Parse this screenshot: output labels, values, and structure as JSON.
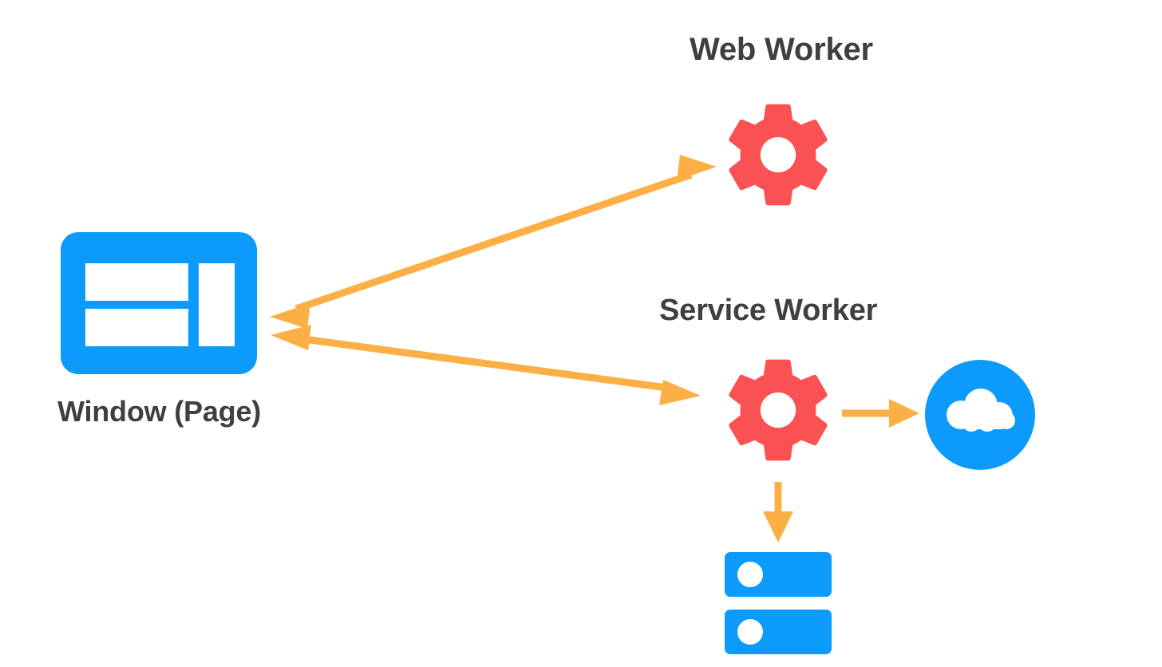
{
  "diagram": {
    "title": "Web Worker and Service Worker architecture",
    "background": "#ffffff",
    "colors": {
      "blue": "#0d9bfb",
      "red": "#fa5252",
      "orange": "#fbaf45",
      "text": "#3c4043",
      "white": "#ffffff"
    }
  },
  "nodes": {
    "window": {
      "label": "Window (Page)",
      "icon": "browser-window-icon",
      "color": "#0d9bfb"
    },
    "web_worker": {
      "label": "Web Worker",
      "icon": "gear-icon",
      "color": "#fa5252"
    },
    "service_worker": {
      "label": "Service Worker",
      "icon": "gear-icon",
      "color": "#fa5252"
    },
    "cloud": {
      "label": "",
      "icon": "cloud-icon",
      "color": "#0d9bfb"
    },
    "storage": {
      "label": "",
      "icon": "database-storage-icon",
      "color": "#0d9bfb"
    }
  },
  "edges": [
    {
      "id": "window-web-worker",
      "from": "window",
      "to": "web_worker",
      "direction": "bidirectional",
      "color": "#fbaf45"
    },
    {
      "id": "window-service-worker",
      "from": "window",
      "to": "service_worker",
      "direction": "bidirectional",
      "color": "#fbaf45"
    },
    {
      "id": "service-worker-cloud",
      "from": "service_worker",
      "to": "cloud",
      "direction": "unidirectional",
      "color": "#fbaf45"
    },
    {
      "id": "service-worker-storage",
      "from": "service_worker",
      "to": "storage",
      "direction": "unidirectional",
      "color": "#fbaf45"
    }
  ]
}
